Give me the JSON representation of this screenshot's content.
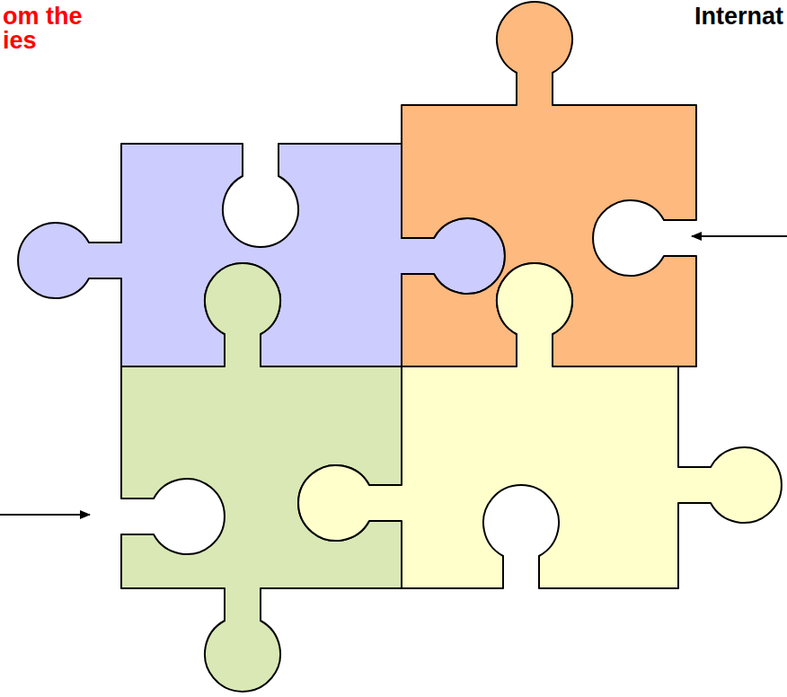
{
  "diagram": {
    "labels": [
      "om the",
      "ies",
      "Internat"
    ]
  }
}
